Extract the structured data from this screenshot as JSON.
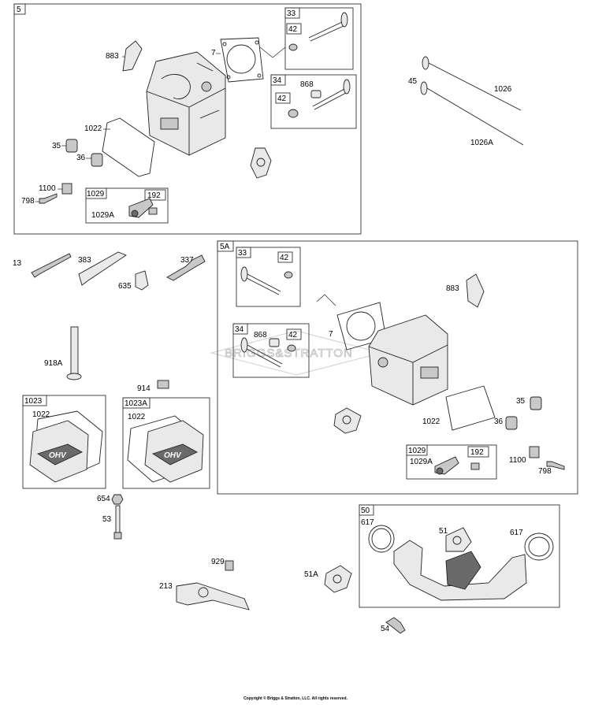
{
  "labels": {
    "b5": "5",
    "b5_33": "33",
    "b5_42a": "42",
    "b5_34": "34",
    "b5_868": "868",
    "b5_42b": "42",
    "b5_883": "883",
    "b5_7": "7",
    "b5_1022": "1022",
    "b5_35": "35",
    "b5_36": "36",
    "b5_1100": "1100",
    "b5_798": "798",
    "b5_1029": "1029",
    "b5_192": "192",
    "b5_1029A": "1029A",
    "p45": "45",
    "p1026": "1026",
    "p1026A": "1026A",
    "p13": "13",
    "p383": "383",
    "p337": "337",
    "p635": "635",
    "b5A": "5A",
    "b5A_33": "33",
    "b5A_42a": "42",
    "b5A_34": "34",
    "b5A_868": "868",
    "b5A_42b": "42",
    "b5A_883": "883",
    "b5A_7": "7",
    "b5A_1022": "1022",
    "b5A_35": "35",
    "b5A_36": "36",
    "b5A_1029": "1029",
    "b5A_192": "192",
    "b5A_1029A": "1029A",
    "b5A_1100": "1100",
    "b5A_798": "798",
    "p918A": "918A",
    "p914": "914",
    "b1023": "1023",
    "b1023_1022": "1022",
    "b1023A": "1023A",
    "b1023A_1022": "1022",
    "p654": "654",
    "p53": "53",
    "p929": "929",
    "p213": "213",
    "p51A": "51A",
    "b50": "50",
    "b50_617a": "617",
    "b50_51": "51",
    "b50_617b": "617",
    "p54": "54"
  },
  "cover_logo_text": "OHV",
  "watermark": "BRIGGS&STRATTON",
  "copyright": "Copyright © Briggs & Stratton, LLC. All rights reserved."
}
